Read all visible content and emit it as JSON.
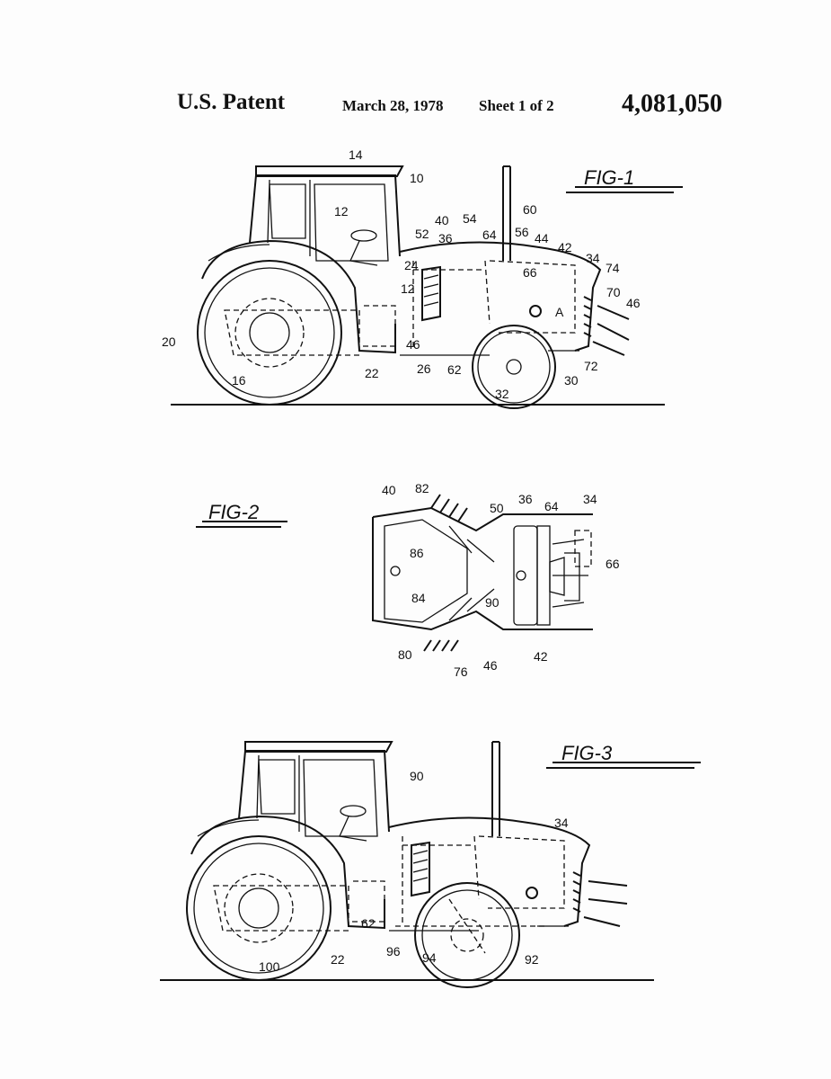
{
  "header": {
    "title": "U.S. Patent",
    "date": "March 28, 1978",
    "sheet": "Sheet 1 of 2",
    "patent_number": "4,081,050"
  },
  "fig1": {
    "caption": "FIG-1",
    "labels": [
      "14",
      "10",
      "12",
      "60",
      "40",
      "54",
      "52",
      "36",
      "56",
      "44",
      "64",
      "42",
      "24",
      "34",
      "74",
      "66",
      "70",
      "12",
      "46",
      "A",
      "20",
      "46",
      "26",
      "62",
      "72",
      "16",
      "22",
      "32",
      "30"
    ]
  },
  "fig2": {
    "caption": "FIG-2",
    "labels": [
      "40",
      "82",
      "50",
      "36",
      "64",
      "34",
      "86",
      "66",
      "84",
      "90",
      "80",
      "76",
      "46",
      "42"
    ]
  },
  "fig3": {
    "caption": "FIG-3",
    "labels": [
      "90",
      "34",
      "62",
      "100",
      "22",
      "96",
      "94",
      "92"
    ]
  }
}
